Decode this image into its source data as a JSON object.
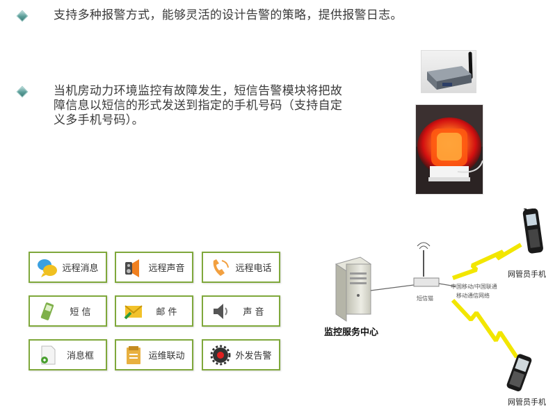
{
  "bullets": [
    {
      "text": "支持多种报警方式，能够灵活的设计告警的策略，提供报警日志。"
    },
    {
      "text": "当机房动力环境监控有故障发生，短信告警模块将把故障信息以短信的形式发送到指定的手机号码（支持自定义多手机号码）。"
    }
  ],
  "tiles": [
    {
      "label": "远程消息",
      "icon": "chat-bubbles-icon"
    },
    {
      "label": "远程声音",
      "icon": "speaker-icon"
    },
    {
      "label": "远程电话",
      "icon": "telephone-icon"
    },
    {
      "label": "短  信",
      "icon": "mobile-phone-icon"
    },
    {
      "label": "邮  件",
      "icon": "envelope-icon"
    },
    {
      "label": "声  音",
      "icon": "sound-icon"
    },
    {
      "label": "消息框",
      "icon": "message-box-icon"
    },
    {
      "label": "运维联动",
      "icon": "folder-link-icon"
    },
    {
      "label": "外发告警",
      "icon": "alarm-gear-icon"
    }
  ],
  "diagram": {
    "center_label": "监控服务中心",
    "modem_label": "短信猫",
    "network_line1": "中国移动/中国联通",
    "network_line2": "移动通信网络",
    "phone_top_label": "网管员手机",
    "phone_bottom_label": "网管员手机"
  },
  "colors": {
    "tile_border": "#7fa83b",
    "bolt": "#f2e600",
    "diamond": "#5a9d98"
  }
}
